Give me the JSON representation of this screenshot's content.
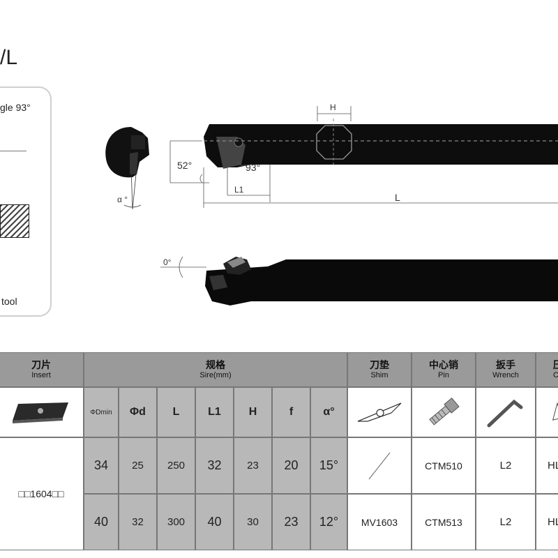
{
  "title": "/L",
  "left_panel": {
    "angle_text": "gle 93°",
    "tool_text": " tool"
  },
  "drawing": {
    "dim_H": "H",
    "dim_52": "52°",
    "dim_93": "93°",
    "dim_L1": "L1",
    "dim_L": "L",
    "dim_alpha": "α °",
    "dim_0": "0°"
  },
  "table": {
    "headers": {
      "insert_cn": "刀片",
      "insert_en": "Insert",
      "spec_cn": "规格",
      "spec_en": "Sire(mm)",
      "shim_cn": "刀垫",
      "shim_en": "Shim",
      "pin_cn": "中心销",
      "pin_en": "Pin",
      "wrench_cn": "扳手",
      "wrench_en": "Wrench",
      "clamp_cn": "压",
      "clamp_en": "Cl"
    },
    "subheaders": {
      "dmin": "ΦDmin",
      "d": "Φd",
      "L": "L",
      "L1": "L1",
      "H": "H",
      "f": "f",
      "alpha": "α°"
    },
    "insert_code": "□□1604□□",
    "rows": [
      {
        "dmin": "34",
        "d": "25",
        "L": "250",
        "L1": "32",
        "H": "23",
        "f": "20",
        "alpha": "15°",
        "shim": "",
        "pin": "CTM510",
        "wrench": "L2",
        "clamp": "HL"
      },
      {
        "dmin": "40",
        "d": "32",
        "L": "300",
        "L1": "40",
        "H": "30",
        "f": "23",
        "alpha": "12°",
        "shim": "MV1603",
        "pin": "CTM513",
        "wrench": "L2",
        "clamp": "HL"
      }
    ]
  }
}
